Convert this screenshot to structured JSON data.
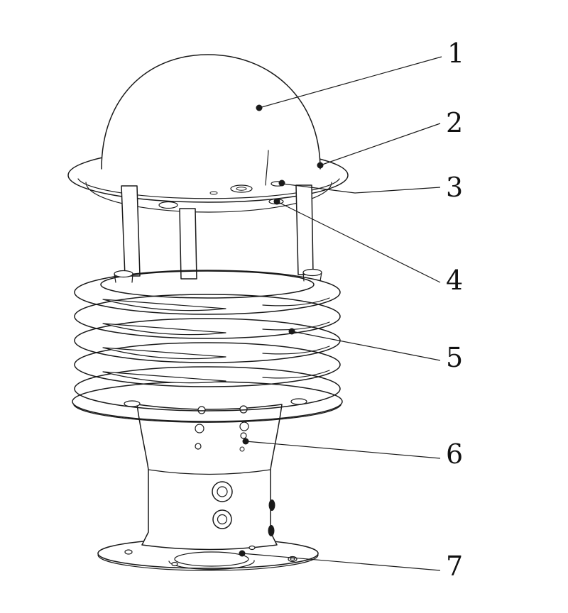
{
  "figure": {
    "type": "technical-line-diagram",
    "subject": "multi-plate-radiation-shield-weather-sensor",
    "background_color": "#ffffff",
    "line_color": "#1a1a1a",
    "callouts": [
      {
        "label": "1"
      },
      {
        "label": "2"
      },
      {
        "label": "3"
      },
      {
        "label": "4"
      },
      {
        "label": "5"
      },
      {
        "label": "6"
      },
      {
        "label": "7"
      }
    ]
  }
}
